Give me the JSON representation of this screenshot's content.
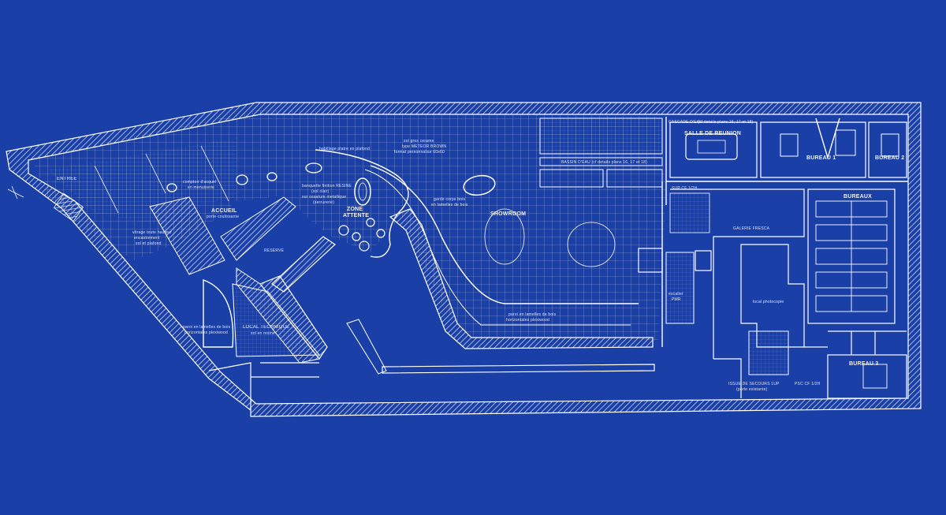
{
  "theme": {
    "background": "#1a3fa6",
    "line": "#ffffff",
    "hatch": "#c9d6ff"
  },
  "rooms": {
    "accueil": "ACCUEIL",
    "zone_attente_1": "ZONE",
    "zone_attente_2": "ATTENTE",
    "showroom": "SHOWROOM",
    "salle_reunion": "SALLE DE REUNION",
    "bureau_1": "BUREAU 1",
    "bureau_2": "BUREAU 2",
    "bureau_3": "BUREAU 3",
    "bureaux_open_space": "BUREAUX",
    "local_technique": "LOCAL TECHNIQUE",
    "reserve": "RESERVE"
  },
  "notes": {
    "entree": "ENTREE",
    "comptoir_1": "comptoir d'acquel",
    "comptoir_2": "en menuiserie",
    "vitrage_1": "vitrage toute hauteur",
    "vitrage_2": "encastrement",
    "vitrage_3": "sol et plafond",
    "porte": "porte coulissante",
    "banquette_1": "banquette finition RESINE",
    "banquette_2": "(sol clair)",
    "banquette_3": "sur ossature metallique",
    "banquette_4": "(serrurerie)",
    "sol_1": "sol gres cerame",
    "sol_2": "type METEOR BROWN",
    "sol_3": "format personnalise 60x60",
    "habillage": "habillage platre en plafond",
    "cascade_1": "CASCADE D'EAU",
    "cascade_2": "(cf details plans 16, 17 et 18)",
    "bassin": "BASSIN D'EAU (cf details plans 16, 17 et 18)",
    "garde_corps_1": "garde corps bois",
    "garde_corps_2": "en lamelles de bois",
    "parois_1": "paroi en lamelles de bois",
    "parois_2": "horizontales plexiwood",
    "parois_3": "paroi en lamelles de bois",
    "parois_4": "horizontales plexiwood",
    "sol_resine": "sol en resine",
    "issue_1": "ISSUE DE SECOURS 1UP",
    "issue_2": "(porte existante)",
    "escalier_1": "escalier",
    "escalier_2": "PMR",
    "galerie": "GALERIE FRESCA",
    "photocopie": "local photocopie",
    "gaine_1": "SUP CF 1/2H",
    "gaine_2": "PSC CF 1/2H"
  }
}
